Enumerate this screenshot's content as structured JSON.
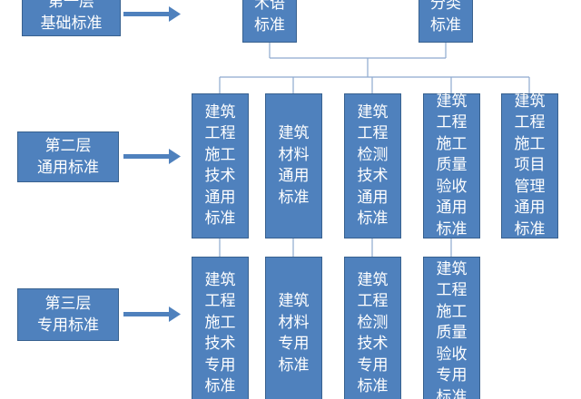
{
  "layers": [
    {
      "label_line1": "第一层",
      "label_line2": "基础标准"
    },
    {
      "label_line1": "第二层",
      "label_line2": "通用标准"
    },
    {
      "label_line1": "第三层",
      "label_line2": "专用标准"
    }
  ],
  "top_row": [
    {
      "line1": "术语",
      "line2": "标准"
    },
    {
      "line1": "分类",
      "line2": "标准"
    }
  ],
  "general_row": [
    "建筑工程施工技术通用标准",
    "建筑材料通用标准",
    "建筑工程检测技术通用标准",
    "建筑工程施工质量验收通用标准",
    "建筑工程施工项目管理通用标准"
  ],
  "specific_row": [
    "建筑工程施工技术专用标准",
    "建筑材料专用标准",
    "建筑工程检测技术专用标准",
    "建筑工程施工质量验收专用标准"
  ],
  "colors": {
    "box_fill": "#4f81bd",
    "box_border": "#38618f",
    "arrow": "#4f81bd",
    "connector": "#8ea9cf"
  }
}
